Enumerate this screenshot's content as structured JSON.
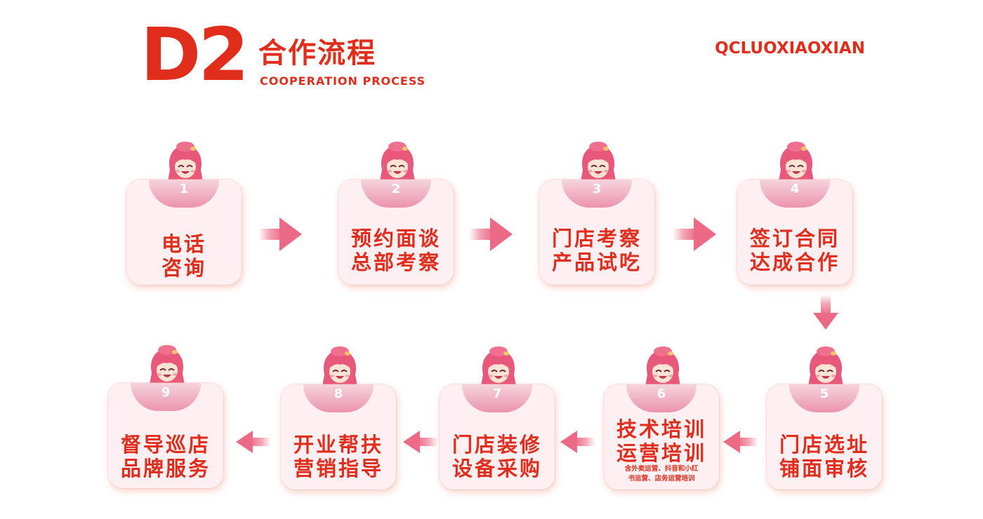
{
  "header": {
    "code": "D2",
    "title_cn": "合作流程",
    "title_en": "COOPERATION PROCESS",
    "brand": "QCLUOXIAOXIAN"
  },
  "colors": {
    "primary": "#e02d1c",
    "card_bg": "#fdeff2",
    "accent_pink": "#ec6a86"
  },
  "steps": [
    {
      "num": "1",
      "line1": "电话",
      "line2": "咨询"
    },
    {
      "num": "2",
      "line1": "预约面谈",
      "line2": "总部考察"
    },
    {
      "num": "3",
      "line1": "门店考察",
      "line2": "产品试吃"
    },
    {
      "num": "4",
      "line1": "签订合同",
      "line2": "达成合作"
    },
    {
      "num": "5",
      "line1": "门店选址",
      "line2": "铺面审核"
    },
    {
      "num": "6",
      "line1": "技术培训",
      "line2": "运营培训",
      "note1": "含外卖运营、抖音和小红",
      "note2": "书运营、店务运营培训"
    },
    {
      "num": "7",
      "line1": "门店装修",
      "line2": "设备采购"
    },
    {
      "num": "8",
      "line1": "开业帮扶",
      "line2": "营销指导"
    },
    {
      "num": "9",
      "line1": "督导巡店",
      "line2": "品牌服务"
    }
  ],
  "icons": {
    "mascot": "mascot-girl-icon",
    "arrow_right": "arrow-right-icon",
    "arrow_left": "arrow-left-icon",
    "arrow_down": "arrow-down-icon"
  }
}
